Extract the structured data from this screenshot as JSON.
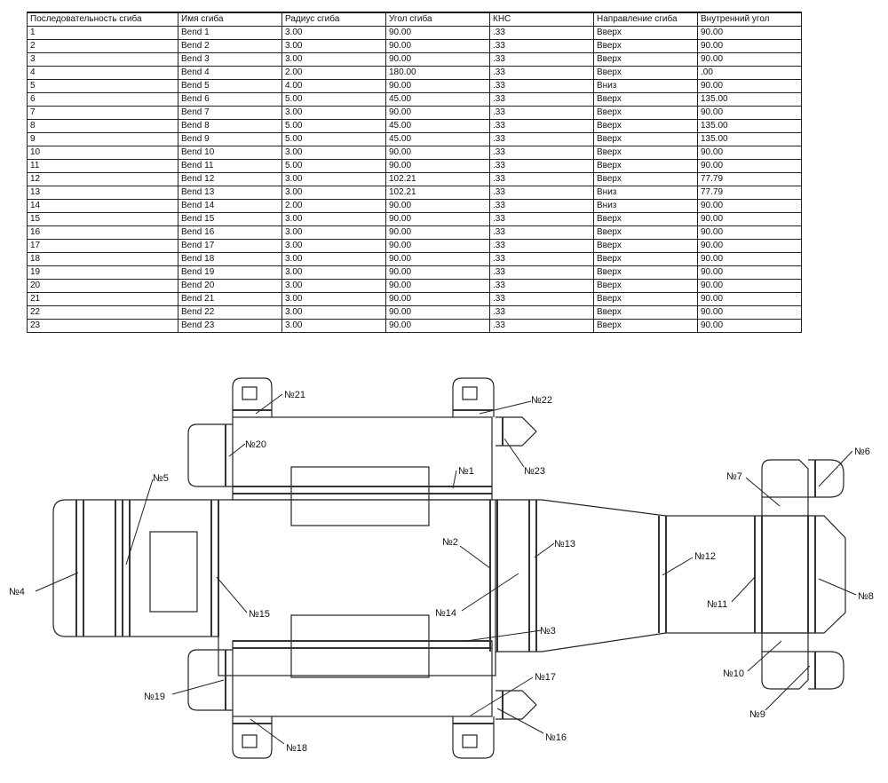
{
  "table": {
    "columns": [
      "Последовательность сгиба",
      "Имя сгиба",
      "Радиус сгиба",
      "Угол сгиба",
      "КНС",
      "Направление сгиба",
      "Внутренний угол"
    ],
    "rows": [
      [
        "1",
        "Bend 1",
        "3.00",
        "90.00",
        ".33",
        "Вверх",
        "90.00"
      ],
      [
        "2",
        "Bend 2",
        "3.00",
        "90.00",
        ".33",
        "Вверх",
        "90.00"
      ],
      [
        "3",
        "Bend 3",
        "3.00",
        "90.00",
        ".33",
        "Вверх",
        "90.00"
      ],
      [
        "4",
        "Bend 4",
        "2.00",
        "180.00",
        ".33",
        "Вверх",
        ".00"
      ],
      [
        "5",
        "Bend 5",
        "4.00",
        "90.00",
        ".33",
        "Вниз",
        "90.00"
      ],
      [
        "6",
        "Bend 6",
        "5.00",
        "45.00",
        ".33",
        "Вверх",
        "135.00"
      ],
      [
        "7",
        "Bend 7",
        "3.00",
        "90.00",
        ".33",
        "Вверх",
        "90.00"
      ],
      [
        "8",
        "Bend 8",
        "5.00",
        "45.00",
        ".33",
        "Вверх",
        "135.00"
      ],
      [
        "9",
        "Bend 9",
        "5.00",
        "45.00",
        ".33",
        "Вверх",
        "135.00"
      ],
      [
        "10",
        "Bend 10",
        "3.00",
        "90.00",
        ".33",
        "Вверх",
        "90.00"
      ],
      [
        "11",
        "Bend 11",
        "5.00",
        "90.00",
        ".33",
        "Вверх",
        "90.00"
      ],
      [
        "12",
        "Bend 12",
        "3.00",
        "102.21",
        ".33",
        "Вверх",
        "77.79"
      ],
      [
        "13",
        "Bend 13",
        "3.00",
        "102.21",
        ".33",
        "Вниз",
        "77.79"
      ],
      [
        "14",
        "Bend 14",
        "2.00",
        "90.00",
        ".33",
        "Вниз",
        "90.00"
      ],
      [
        "15",
        "Bend 15",
        "3.00",
        "90.00",
        ".33",
        "Вверх",
        "90.00"
      ],
      [
        "16",
        "Bend 16",
        "3.00",
        "90.00",
        ".33",
        "Вверх",
        "90.00"
      ],
      [
        "17",
        "Bend 17",
        "3.00",
        "90.00",
        ".33",
        "Вверх",
        "90.00"
      ],
      [
        "18",
        "Bend 18",
        "3.00",
        "90.00",
        ".33",
        "Вверх",
        "90.00"
      ],
      [
        "19",
        "Bend 19",
        "3.00",
        "90.00",
        ".33",
        "Вверх",
        "90.00"
      ],
      [
        "20",
        "Bend 20",
        "3.00",
        "90.00",
        ".33",
        "Вверх",
        "90.00"
      ],
      [
        "21",
        "Bend 21",
        "3.00",
        "90.00",
        ".33",
        "Вверх",
        "90.00"
      ],
      [
        "22",
        "Bend 22",
        "3.00",
        "90.00",
        ".33",
        "Вверх",
        "90.00"
      ],
      [
        "23",
        "Bend 23",
        "3.00",
        "90.00",
        ".33",
        "Вверх",
        "90.00"
      ]
    ]
  },
  "diagram": {
    "labels": [
      "№1",
      "№2",
      "№3",
      "№4",
      "№5",
      "№6",
      "№7",
      "№8",
      "№9",
      "№10",
      "№11",
      "№12",
      "№13",
      "№14",
      "№15",
      "№16",
      "№17",
      "№18",
      "№19",
      "№20",
      "№21",
      "№22",
      "№23"
    ]
  }
}
